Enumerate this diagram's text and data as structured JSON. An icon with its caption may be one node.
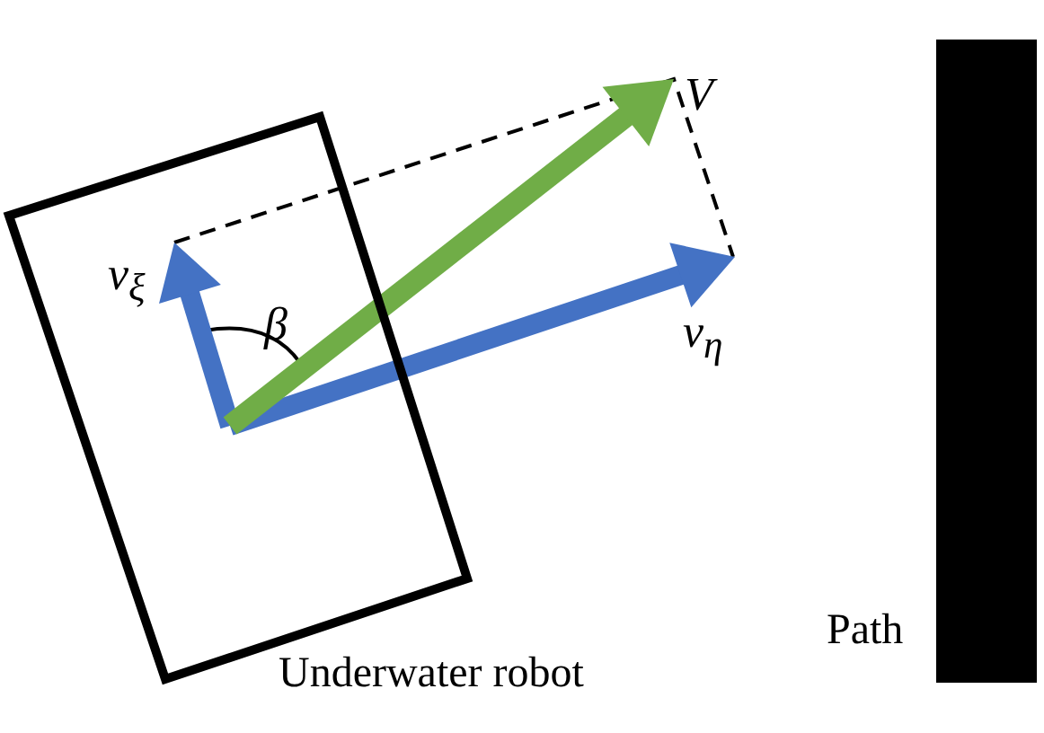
{
  "diagram": {
    "nodes": [
      {
        "text": [
          "Underwater robot"
        ]
      },
      {
        "text": [
          "Path"
        ]
      }
    ],
    "labels": [
      "V",
      "v$_{ξ}$",
      "β",
      "v$_{η}$"
    ]
  }
}
